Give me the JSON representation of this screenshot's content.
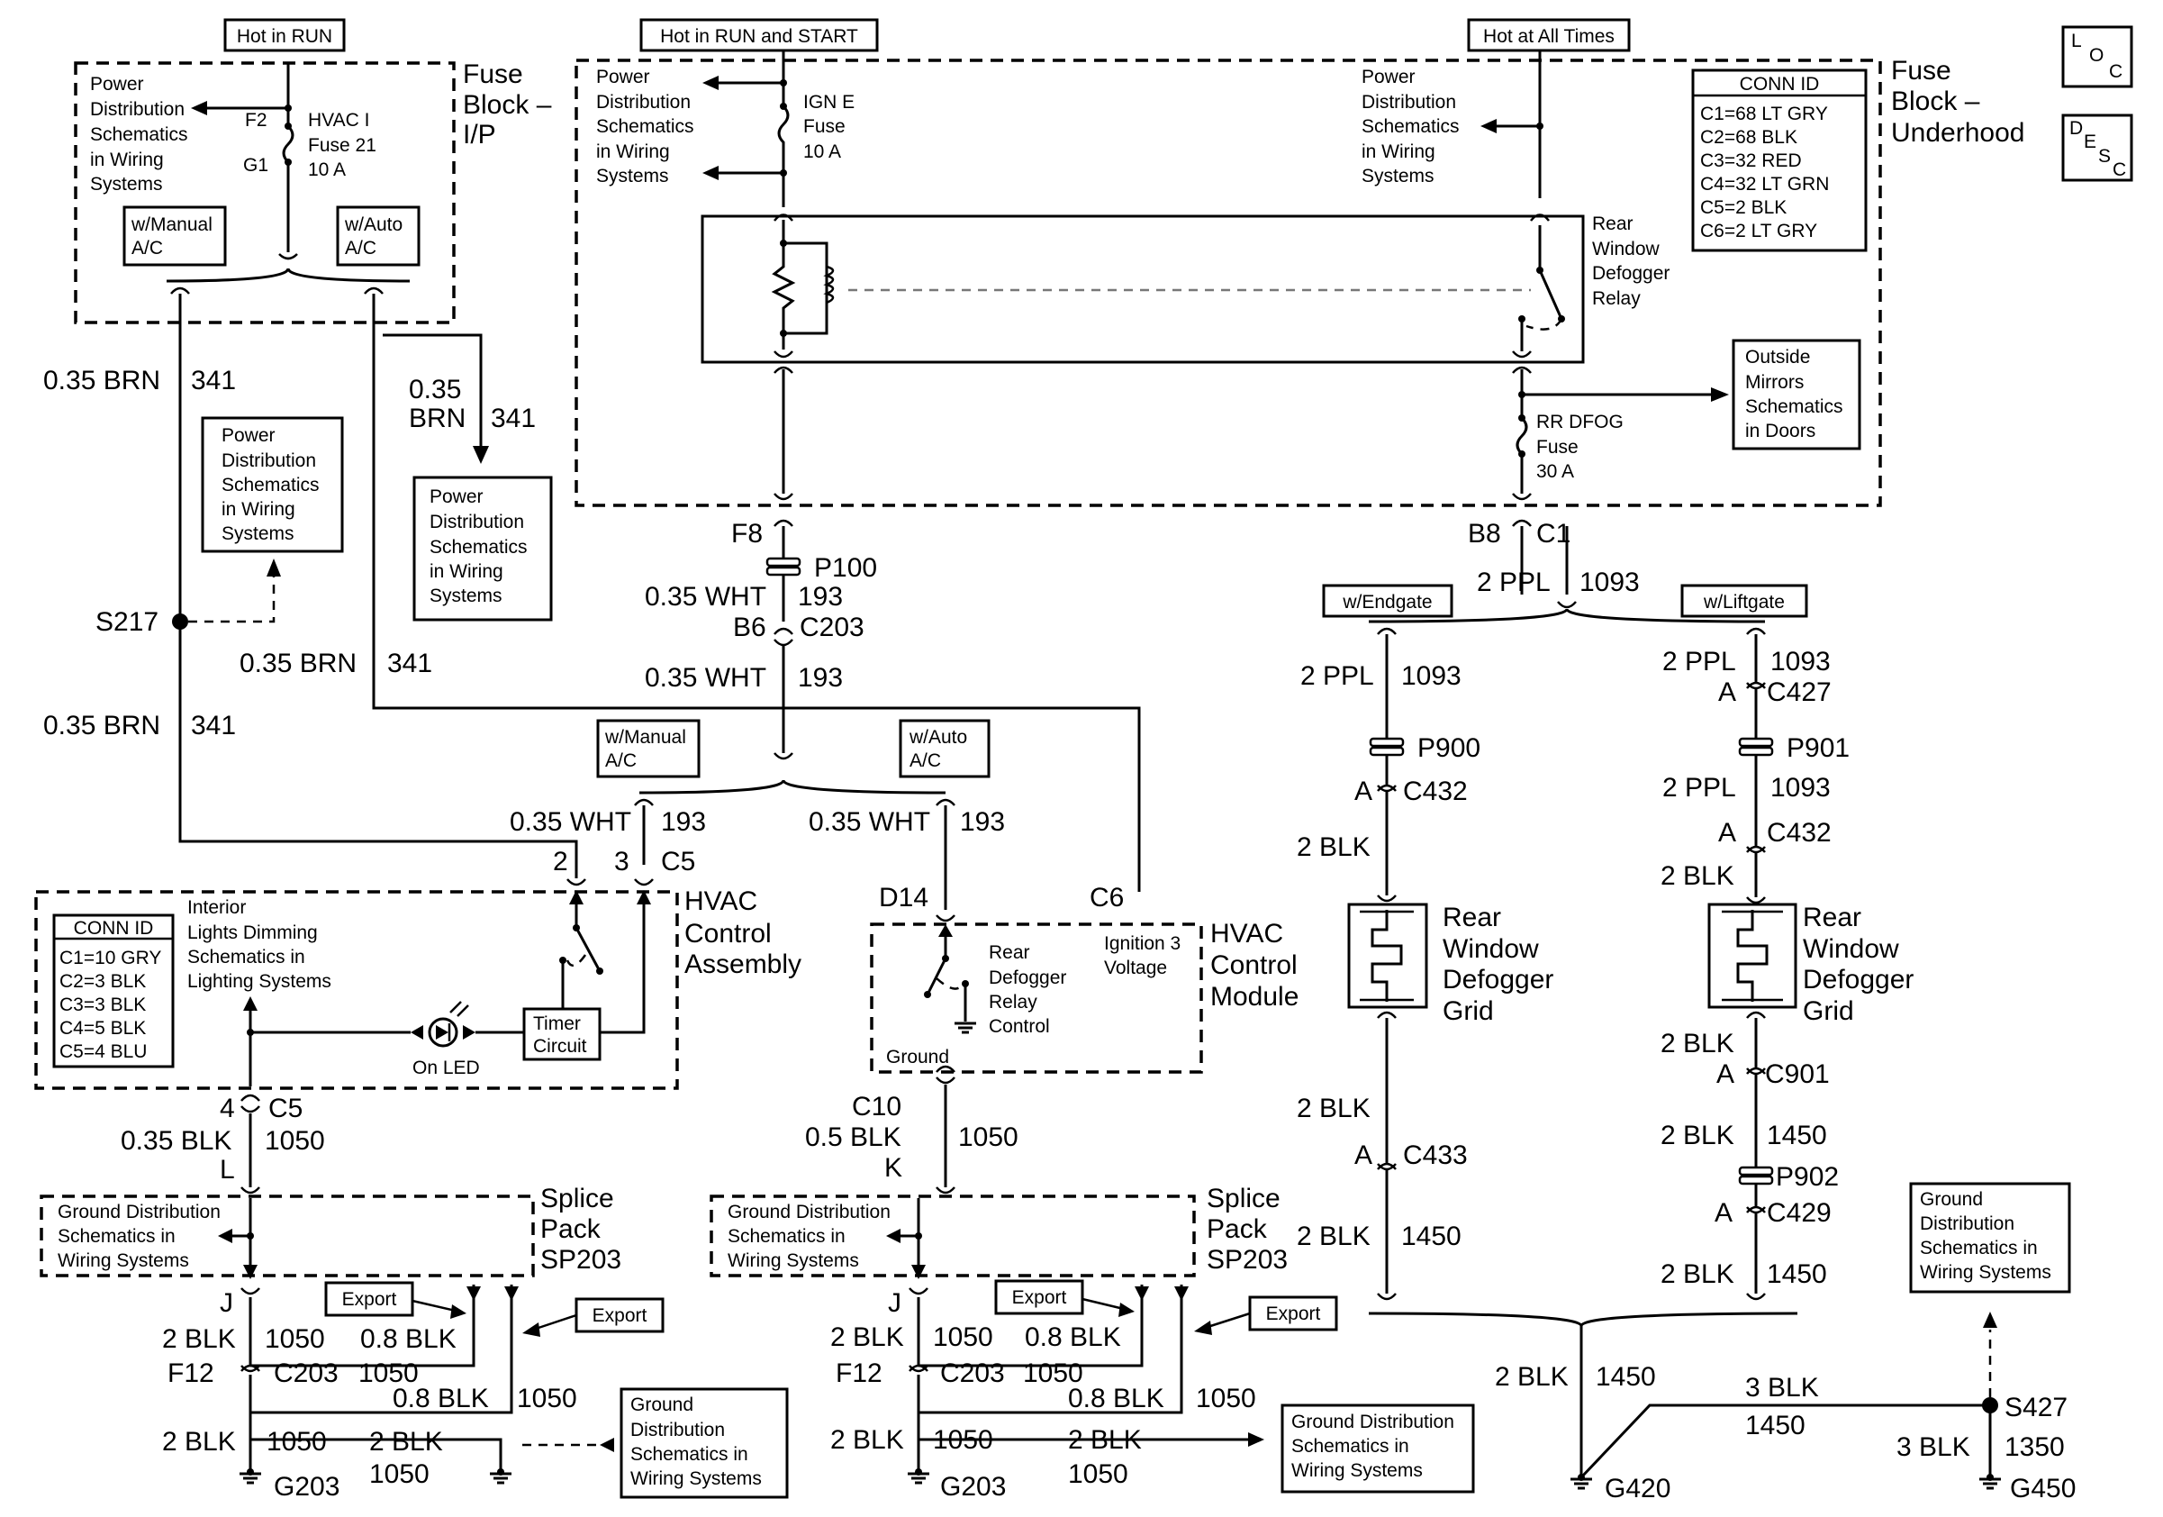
{
  "top_labels": {
    "hot_in_run": "Hot in RUN",
    "hot_in_run_start": "Hot in RUN and START",
    "hot_all_times": "Hot at All Times"
  },
  "fuse_block_ip": {
    "title1": "Fuse",
    "title2": "Block –",
    "title3": "I/P",
    "f2": "F2",
    "g1": "G1",
    "fuse_name1": "HVAC I",
    "fuse_name2": "Fuse 21",
    "fuse_name3": "10 A",
    "power_dist": [
      "Power",
      "Distribution",
      "Schematics",
      "in Wiring",
      "Systems"
    ],
    "manual_ac": [
      "w/Manual",
      "A/C"
    ],
    "auto_ac": [
      "w/Auto",
      "A/C"
    ]
  },
  "fuse_block_uh": {
    "title1": "Fuse",
    "title2": "Block –",
    "title3": "Underhood",
    "ign_e": [
      "IGN E",
      "Fuse",
      "10 A"
    ],
    "power_dist_left": [
      "Power",
      "Distribution",
      "Schematics",
      "in Wiring",
      "Systems"
    ],
    "power_dist_right": [
      "Power",
      "Distribution",
      "Schematics",
      "in Wiring",
      "Systems"
    ],
    "relay": [
      "Rear",
      "Window",
      "Defogger",
      "Relay"
    ],
    "outside_mirrors": [
      "Outside",
      "Mirrors",
      "Schematics",
      "in Doors"
    ],
    "rr_dfog": [
      "RR DFOG",
      "Fuse",
      "30 A"
    ],
    "conn_title": "CONN ID",
    "conn_rows": [
      "C1=68 LT GRY",
      "C2=68 BLK",
      "C3=32 RED",
      "C4=32 LT GRN",
      "C5=2 BLK",
      "C6=2 LT GRY"
    ]
  },
  "loc_desc": {
    "loc": [
      "L",
      "O",
      "C"
    ],
    "desc": [
      "D",
      "E",
      "S",
      "C"
    ]
  },
  "left_wiring": {
    "w1": "0.35 BRN",
    "w1c": "341",
    "w2a": "0.35",
    "w2b": "BRN",
    "w2c": "341",
    "power_dist_mid": [
      "Power",
      "Distribution",
      "Schematics",
      "in Wiring",
      "Systems"
    ],
    "power_dist_right": [
      "Power",
      "Distribution",
      "Schematics",
      "in Wiring",
      "Systems"
    ],
    "s217": "S217",
    "w3": "0.35 BRN",
    "w3c": "341",
    "w4": "0.35 BRN",
    "w4c": "341"
  },
  "center_wiring": {
    "f8": "F8",
    "p100": "P100",
    "w1": "0.35 WHT",
    "w1c": "193",
    "b6": "B6",
    "c203": "C203",
    "w2": "0.35 WHT",
    "w2c": "193",
    "manual_ac": [
      "w/Manual",
      "A/C"
    ],
    "auto_ac": [
      "w/Auto",
      "A/C"
    ],
    "w3": "0.35 WHT",
    "w3c": "193",
    "w4": "0.35 WHT",
    "w4c": "193"
  },
  "hvac_assembly": {
    "pin2": "2",
    "pin3": "3",
    "c5": "C5",
    "title": [
      "HVAC",
      "Control",
      "Assembly"
    ],
    "conn_title": "CONN ID",
    "conn_rows": [
      "C1=10 GRY",
      "C2=3 BLK",
      "C3=3 BLK",
      "C4=5 BLK",
      "C5=4 BLU"
    ],
    "interior": [
      "Interior",
      "Lights Dimming",
      "Schematics in",
      "Lighting Systems"
    ],
    "timer": [
      "Timer",
      "Circuit"
    ],
    "on_led": "On LED"
  },
  "hvac_module": {
    "d14": "D14",
    "c6": "C6",
    "title": [
      "HVAC",
      "Control",
      "Module"
    ],
    "relay_ctl": [
      "Rear",
      "Defogger",
      "Relay",
      "Control"
    ],
    "ign3": [
      "Ignition 3",
      "Voltage"
    ],
    "ground": "Ground"
  },
  "left_ground": {
    "pin4": "4",
    "c5": "C5",
    "wire": "0.35 BLK",
    "circ": "1050",
    "l": "L",
    "splice_gd": [
      "Ground Distribution",
      "Schematics in",
      "Wiring Systems"
    ],
    "splice": [
      "Splice",
      "Pack",
      "SP203"
    ],
    "export1": "Export",
    "export2": "Export",
    "j": "J",
    "w1": "2 BLK",
    "w1c": "1050",
    "w08a": "0.8 BLK",
    "f12": "F12",
    "c203": "C203",
    "c203c": "1050",
    "w08b": "0.8 BLK",
    "w08bc": "1050",
    "w2": "2 BLK",
    "w2c": "1050",
    "w3": "2 BLK",
    "w3c": "1050",
    "g203": "G203",
    "gd_box": [
      "Ground",
      "Distribution",
      "Schematics in",
      "Wiring Systems"
    ]
  },
  "mid_ground": {
    "c10": "C10",
    "wire": "0.5 BLK",
    "circ": "1050",
    "k": "K",
    "splice_gd": [
      "Ground Distribution",
      "Schematics in",
      "Wiring Systems"
    ],
    "splice": [
      "Splice",
      "Pack",
      "SP203"
    ],
    "export1": "Export",
    "export2": "Export",
    "j": "J",
    "w1": "2 BLK",
    "w1c": "1050",
    "w08a": "0.8 BLK",
    "f12": "F12",
    "c203": "C203",
    "c203c": "1050",
    "w08b": "0.8 BLK",
    "w08bc": "1050",
    "w2": "2 BLK",
    "w2c": "1050",
    "w3": "2 BLK",
    "w3c": "1050",
    "g203": "G203",
    "gd_box": [
      "Ground Distribution",
      "Schematics in",
      "Wiring Systems"
    ]
  },
  "right_side": {
    "b8": "B8",
    "c1": "C1",
    "w1": "2 PPL",
    "w1c": "1093",
    "endgate": "w/Endgate",
    "liftgate": "w/Liftgate",
    "e_w1": "2 PPL",
    "e_w1c": "1093",
    "e_p900": "P900",
    "e_a1": "A",
    "e_c432": "C432",
    "e_w2": "2 BLK",
    "grid": [
      "Rear",
      "Window",
      "Defogger",
      "Grid"
    ],
    "e_w3": "2 BLK",
    "e_a2": "A",
    "e_c433": "C433",
    "e_w4": "2 BLK",
    "e_w4c": "1450",
    "l_w1": "2 PPL",
    "l_w1c": "1093",
    "l_a1": "A",
    "l_c427": "C427",
    "l_p901": "P901",
    "l_w2": "2 PPL",
    "l_w2c": "1093",
    "l_a2": "A",
    "l_c432": "C432",
    "l_w3": "2 BLK",
    "l_w4": "2 BLK",
    "l_a3": "A",
    "l_c901": "C901",
    "l_w5": "2 BLK",
    "l_w5c": "1450",
    "l_p902": "P902",
    "l_a4": "A",
    "l_c429": "C429",
    "l_w6": "2 BLK",
    "l_w6c": "1450",
    "gd_box": [
      "Ground",
      "Distribution",
      "Schematics in",
      "Wiring Systems"
    ],
    "g_w1": "2 BLK",
    "g_w1c": "1450",
    "g_w2": "3 BLK",
    "g_w2c": "1450",
    "s427": "S427",
    "g_w3": "3 BLK",
    "g_w3c": "1350",
    "g420": "G420",
    "g450": "G450"
  }
}
